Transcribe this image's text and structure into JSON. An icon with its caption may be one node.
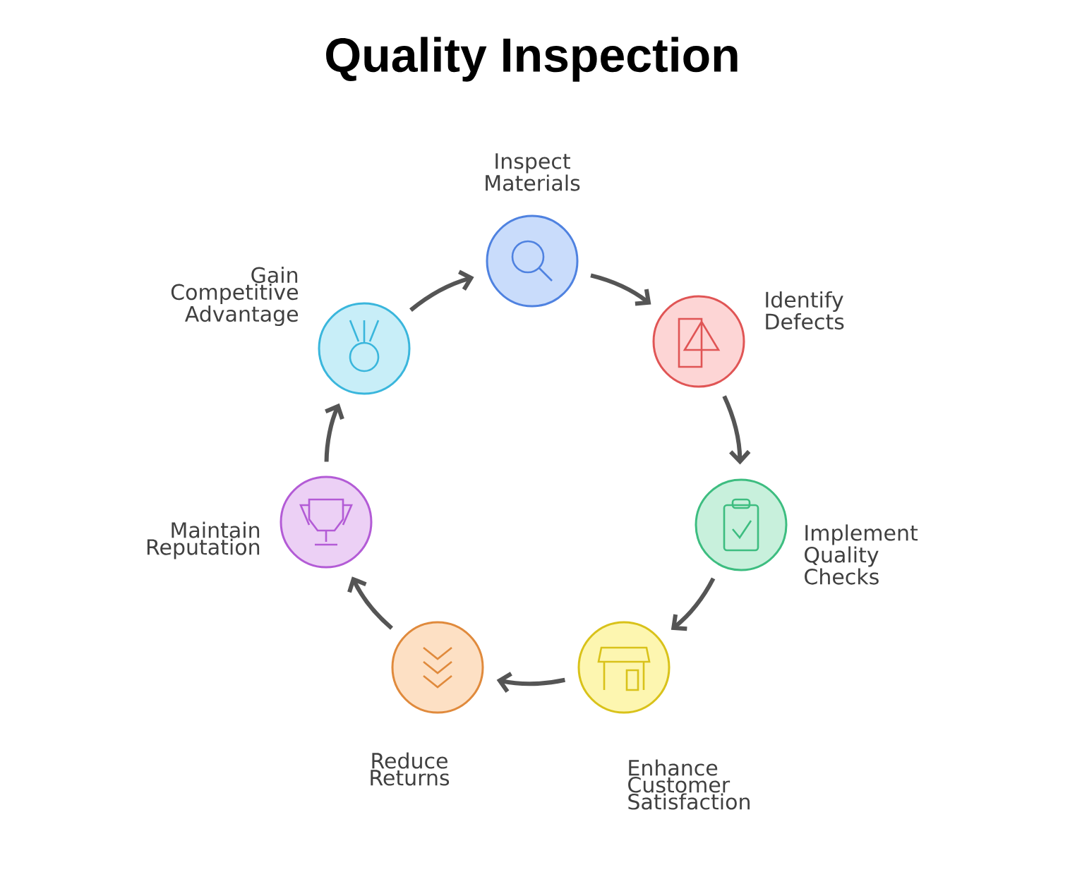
{
  "diagram": {
    "title": "Quality Inspection",
    "nodes": [
      {
        "text": [
          "Inspect Materials"
        ]
      },
      {
        "text": [
          "Identify Defects"
        ]
      },
      {
        "text": [
          "Implement Quality Checks"
        ]
      },
      {
        "text": [
          "Enhance Customer Satisfaction"
        ]
      },
      {
        "text": [
          "Reduce Returns"
        ]
      },
      {
        "text": [
          "Maintain Reputation"
        ]
      },
      {
        "text": [
          "Gain Competitive Advantage"
        ]
      }
    ],
    "edges": [
      {
        "from": 0,
        "to": 1,
        "arrow": "to"
      },
      {
        "from": 1,
        "to": 2,
        "arrow": "to"
      },
      {
        "from": 2,
        "to": 3,
        "arrow": "to"
      },
      {
        "from": 3,
        "to": 4,
        "arrow": "to"
      },
      {
        "from": 4,
        "to": 5,
        "arrow": "to"
      },
      {
        "from": 5,
        "to": 6,
        "arrow": "to"
      },
      {
        "from": 6,
        "to": 0,
        "arrow": "to"
      }
    ]
  }
}
